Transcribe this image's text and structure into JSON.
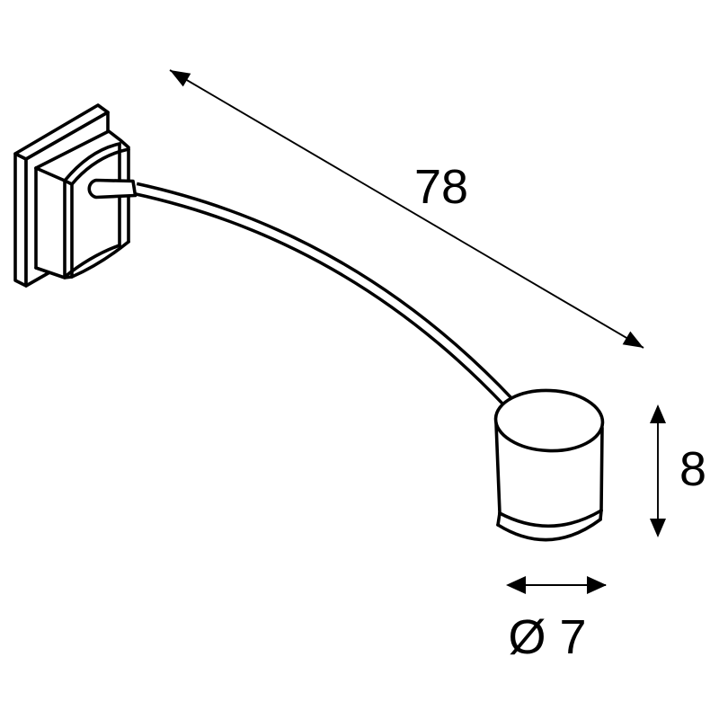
{
  "canvas": {
    "background": "#ffffff",
    "line_color": "#000000"
  },
  "drawing": {
    "subject": "wall-display-lamp-dimensional-line-drawing",
    "parts": {
      "bracket": "wall-mounting-bracket",
      "arm": "curved-lamp-arm",
      "head": "cylindrical-lamp-head"
    },
    "dimensions": {
      "arm_length": {
        "label": "78"
      },
      "head_height": {
        "label": "8"
      },
      "head_diameter": {
        "label": "Ø 7"
      }
    }
  }
}
